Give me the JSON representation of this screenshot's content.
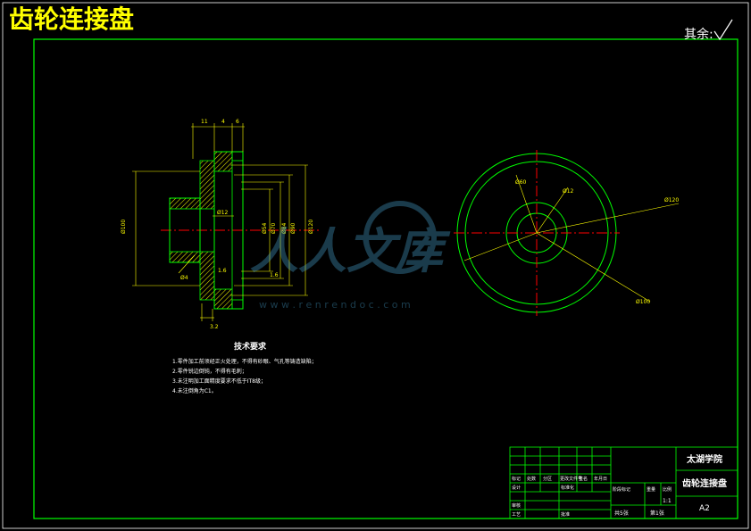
{
  "title": "齿轮连接盘",
  "roughness_note": "其余:",
  "notes": {
    "heading": "技术要求",
    "items": [
      "1.零件加工前须经正火处理，不得有砂眼、气孔等铸造缺陷；",
      "2.零件锐边倒钝，不得有毛刺；",
      "3.未注明加工面精度要求不低于IT8级；",
      "4.未注倒角为C1。"
    ]
  },
  "title_block": {
    "school": "太湖学院",
    "part_name": "齿轮连接盘",
    "scale": "1:1",
    "sheet_size": "A2",
    "sheet_total": "共5张",
    "sheet_no": "第1张",
    "headers": [
      "标记",
      "处数",
      "分区",
      "更改文件号",
      "签名",
      "年月日"
    ],
    "rows": [
      "设计",
      "审核",
      "工艺"
    ],
    "stage_headers": [
      "阶段标记",
      "重量",
      "比例"
    ],
    "sign_labels": [
      "标准化",
      "批准"
    ]
  },
  "dimensions": {
    "d1": "Ø12",
    "d2": "Ø4",
    "d3": "Ø54",
    "d4": "Ø60",
    "d5": "Ø70",
    "d6": "Ø84",
    "d7": "Ø90",
    "d8": "Ø120",
    "d9": "Ø100",
    "t1": "11",
    "t2": "4",
    "t3": "6",
    "t4": "Ø12",
    "t5": "1.6",
    "t6": "1.6",
    "t7": "3.2"
  },
  "watermark": {
    "text": "人人文库",
    "url": "w w w . r e n r e n d o c . c o m"
  },
  "colors": {
    "outline": "#00ff00",
    "dim": "#ffff00",
    "center": "#ff0000",
    "text": "#ffffff",
    "hatch": "#ffff00"
  }
}
